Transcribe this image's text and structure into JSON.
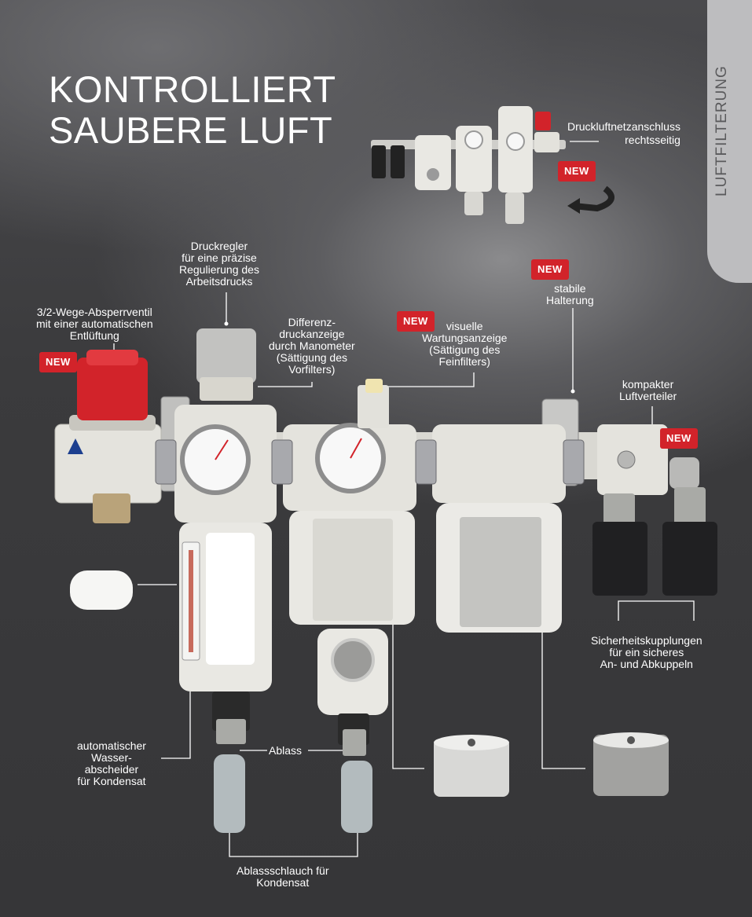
{
  "title": {
    "line1": "KONTROLLIERT",
    "line2": "SAUBERE LUFT"
  },
  "section_tab": "LUFTFILTERUNG",
  "badge_text": "NEW",
  "labels": {
    "anschluss": [
      "Druckluftnetzanschluss",
      "rechtsseitig"
    ],
    "druckregler": [
      "Druckregler",
      "für eine präzise",
      "Regulierung des",
      "Arbeitsdrucks"
    ],
    "absperrventil": [
      "3/2-Wege-Absperrventil",
      "mit einer automatischen",
      "Entlüftung"
    ],
    "differenz": [
      "Differenz-",
      "druckanzeige",
      "durch Manometer",
      "(Sättigung des",
      "Vorfilters)"
    ],
    "wartung": [
      "visuelle",
      "Wartungsanzeige",
      "(Sättigung des",
      "Feinfilters)"
    ],
    "halterung": [
      "stabile",
      "Halterung"
    ],
    "verteiler": [
      "kompakter",
      "Luftverteiler"
    ],
    "kupplungen": [
      "Sicherheitskupplungen",
      "für ein sicheres",
      "An- und Abkuppeln"
    ],
    "wasserabscheider": [
      "automatischer",
      "Wasser-",
      "abscheider",
      "für Kondensat"
    ],
    "ablass": [
      "Ablass"
    ],
    "schlauch": [
      "Ablassschlauch für",
      "Kondensat"
    ]
  },
  "colors": {
    "red": "#d2232a",
    "unit": "#e4e3dd",
    "dark": "#2c2c2e"
  }
}
